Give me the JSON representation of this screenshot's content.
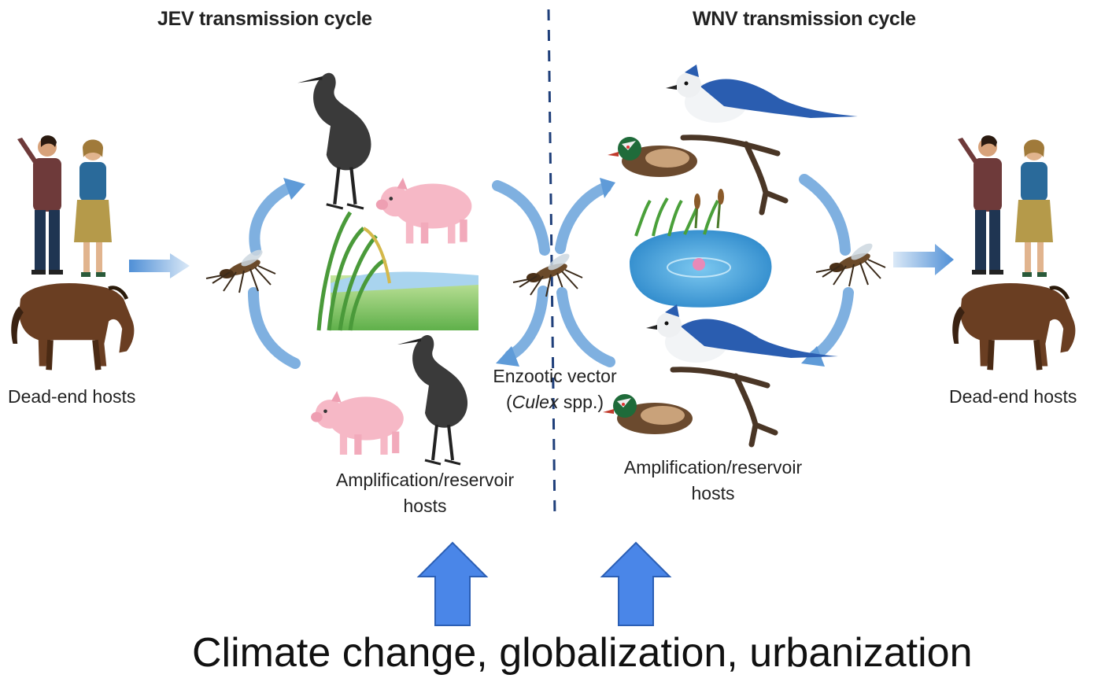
{
  "jev": {
    "title": "JEV transmission cycle",
    "dead_end_label": "Dead-end hosts",
    "amplification_line1": "Amplification/reservoir",
    "amplification_line2": "hosts"
  },
  "wnv": {
    "title": "WNV transmission cycle",
    "dead_end_label": "Dead-end hosts",
    "amplification_line1": "Amplification/reservoir",
    "amplification_line2": "hosts"
  },
  "vector": {
    "line1": "Enzootic vector",
    "open_paren": "(",
    "genus": "Culex",
    "suffix": " spp.)"
  },
  "drivers": {
    "text": "Climate change, globalization, urbanization"
  },
  "colors": {
    "cycle_arrow": "#7fb0e0",
    "driver_arrow": "#4a86e8",
    "driver_arrow_stroke": "#2b5fb5",
    "divider": "#1f3f7a"
  }
}
